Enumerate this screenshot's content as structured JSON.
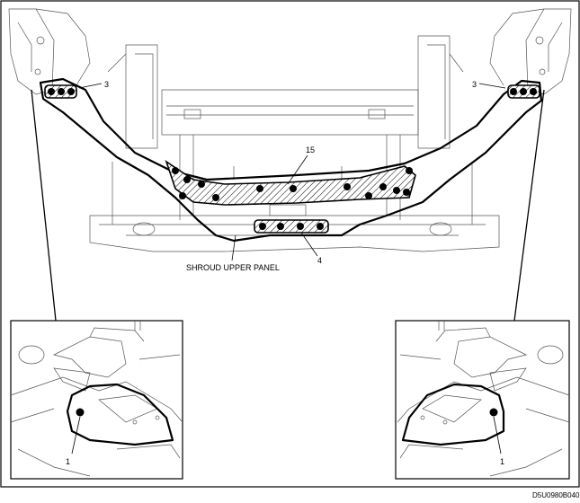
{
  "labels": {
    "shroud": "SHROUD UPPER PANEL",
    "part_3_left": "3",
    "part_3_right": "3",
    "part_15": "15",
    "part_4": "4",
    "part_1_left": "1",
    "part_1_right": "1"
  },
  "figure_code": "D5U0980B040",
  "colors": {
    "line": "#000000",
    "background": "#ffffff"
  }
}
